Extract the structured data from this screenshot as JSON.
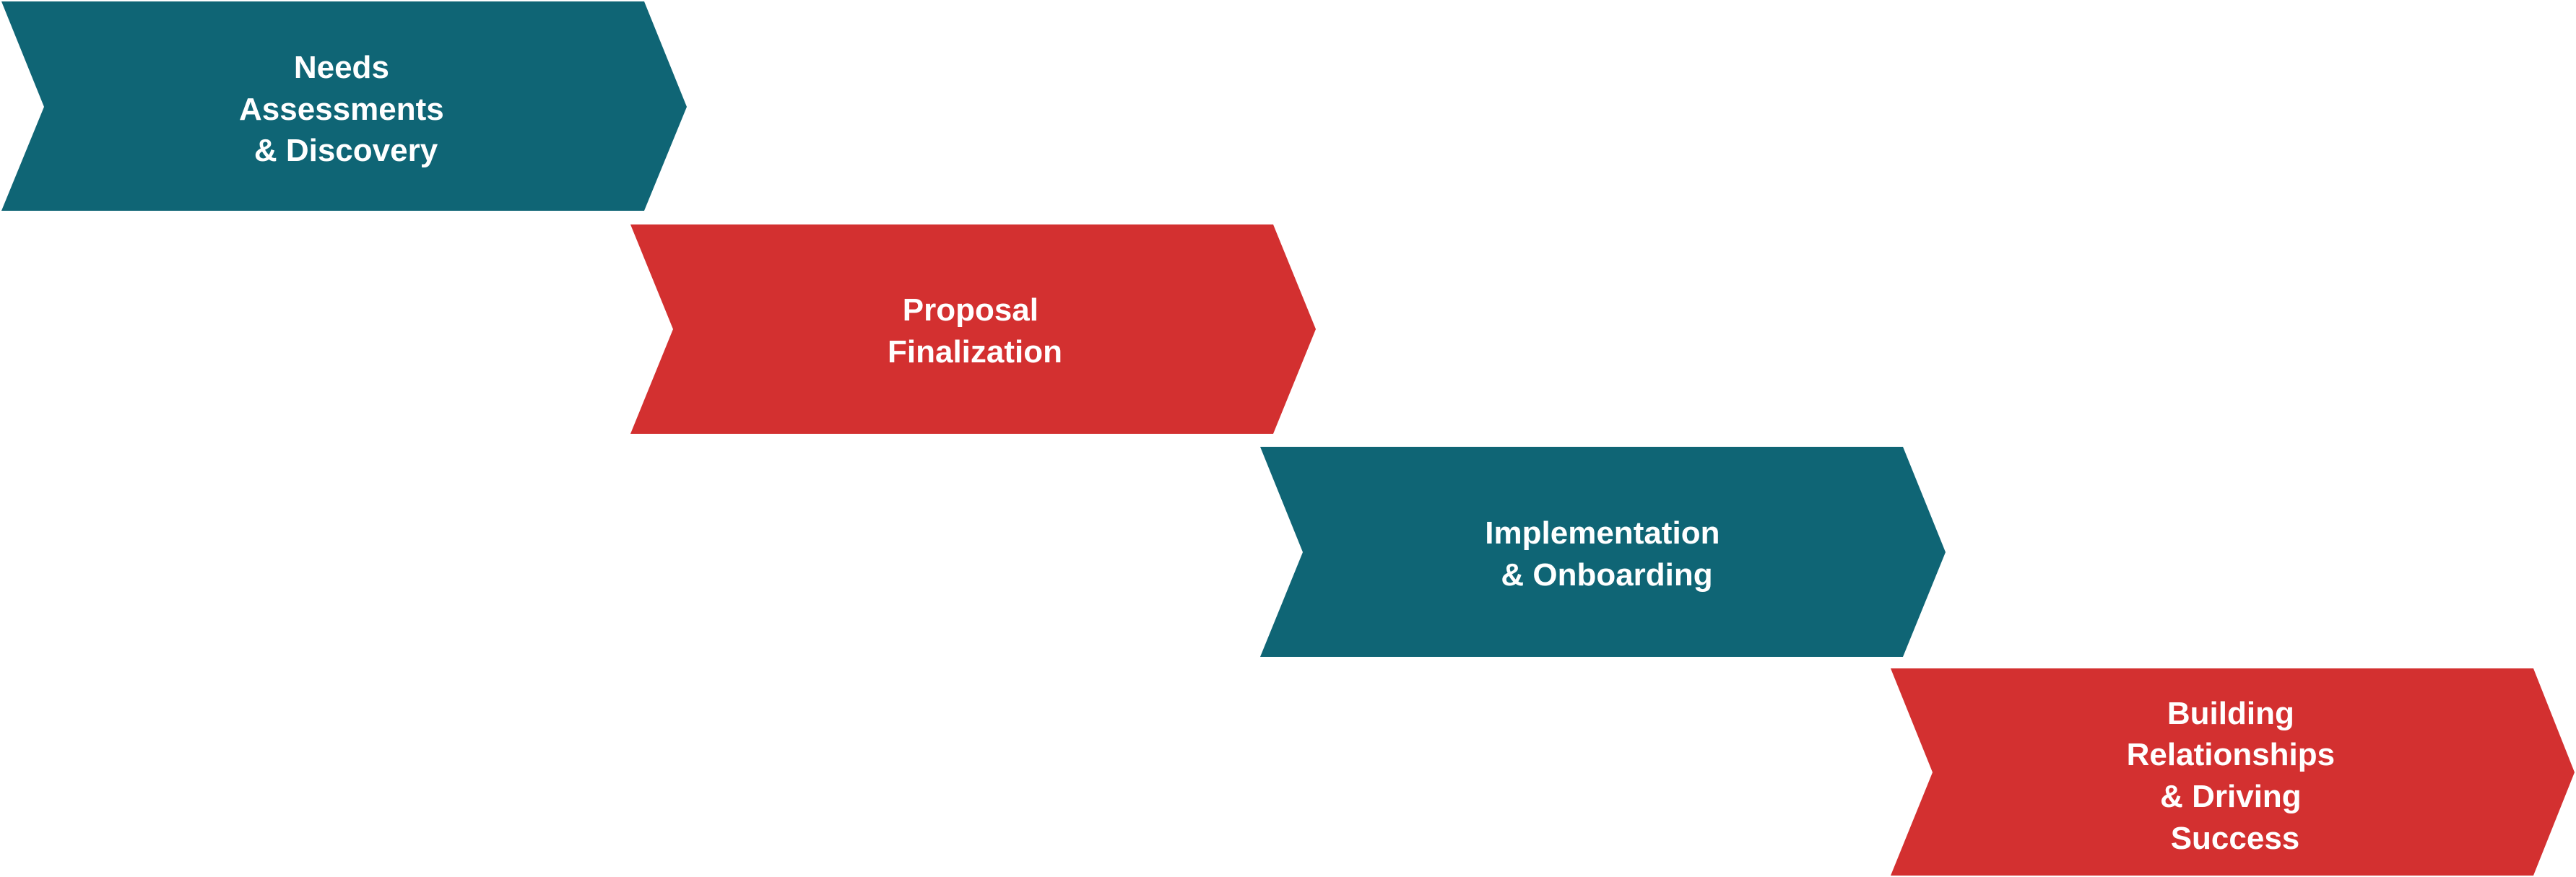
{
  "diagram": {
    "colors": {
      "teal": "#0F6575",
      "red": "#D33030",
      "text": "#FFFFFF",
      "background": "#FFFFFF"
    },
    "steps": [
      {
        "lines": [
          "Needs",
          "Assessments",
          "& Discovery"
        ],
        "color": "#0F6575"
      },
      {
        "lines": [
          "Proposal",
          "Finalization"
        ],
        "color": "#D33030"
      },
      {
        "lines": [
          "Implementation",
          "& Onboarding"
        ],
        "color": "#0F6575"
      },
      {
        "lines": [
          "Building",
          "Relationships",
          "& Driving",
          "Success"
        ],
        "color": "#D33030"
      }
    ]
  }
}
